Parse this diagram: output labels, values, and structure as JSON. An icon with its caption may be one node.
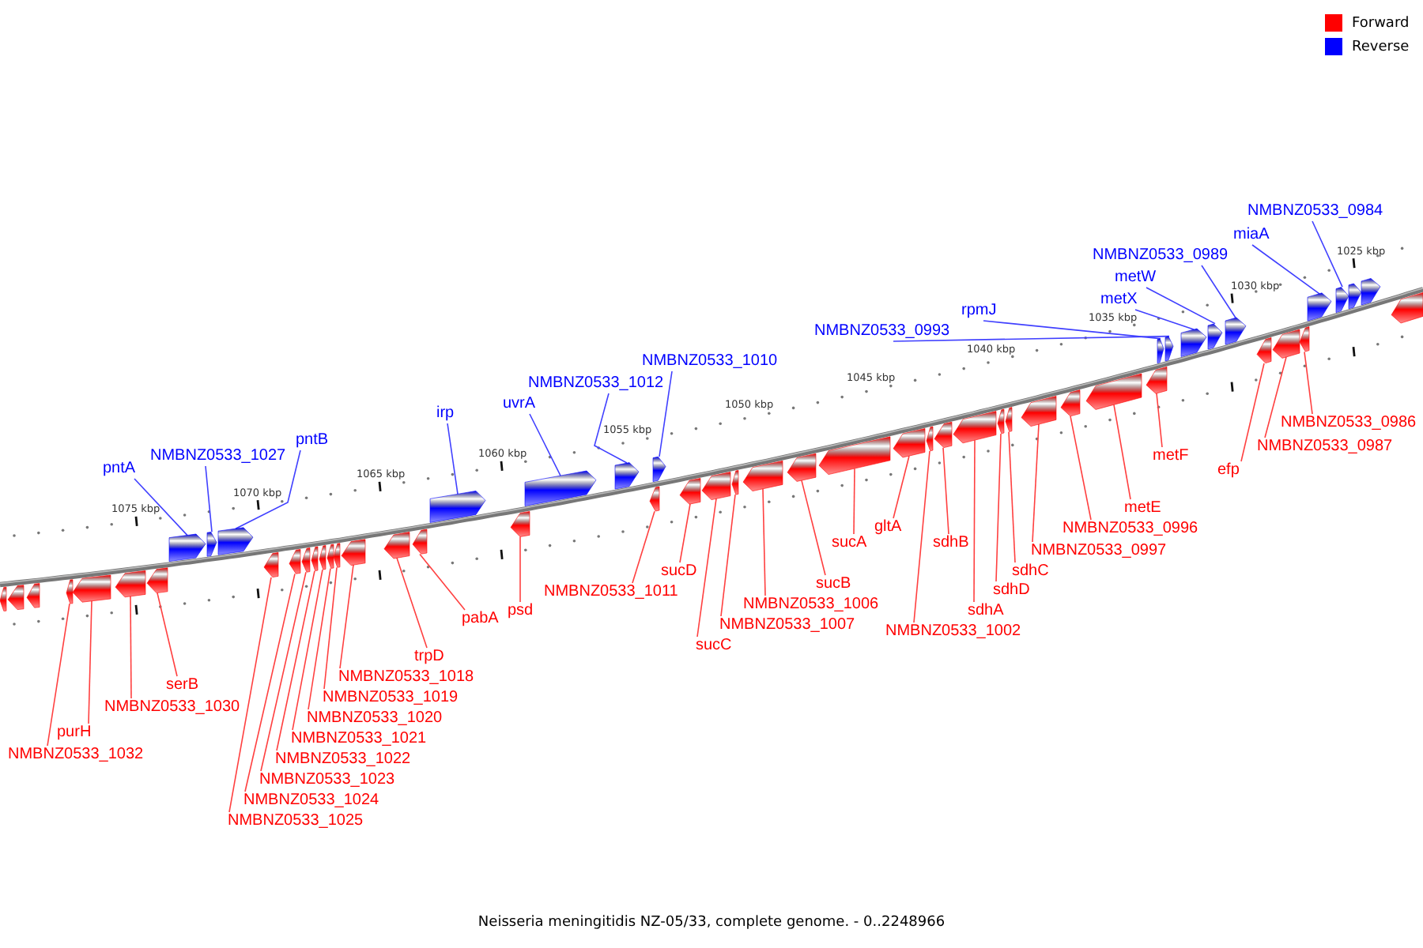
{
  "diagram": {
    "caption": "Neisseria meningitidis NZ-05/33, complete genome. - 0..2248966",
    "nodes": [
      {
        "text": [],
        "shape": "pentagon"
      },
      {
        "text": [],
        "shape": "pentagon"
      },
      {
        "text": [],
        "shape": "pentagon"
      },
      {
        "text": [],
        "shape": "pentagon"
      },
      {
        "text": [],
        "shape": "pentagon"
      },
      {
        "text": [],
        "shape": "pentagon"
      },
      {
        "text": [],
        "shape": "pentagon"
      },
      {
        "text": [],
        "shape": "pentagon"
      },
      {
        "text": [],
        "shape": "pentagon"
      },
      {
        "text": [],
        "shape": "pentagon"
      },
      {
        "text": [],
        "shape": "pentagon"
      },
      {
        "text": [],
        "shape": "pentagon"
      },
      {
        "text": [],
        "shape": "pentagon"
      },
      {
        "text": [],
        "shape": "pentagon"
      },
      {
        "text": [],
        "shape": "pentagon"
      },
      {
        "text": [],
        "shape": "pentagon"
      },
      {
        "text": [],
        "shape": "pentagon"
      },
      {
        "text": [],
        "shape": "pentagon"
      },
      {
        "text": [],
        "shape": "pentagon"
      },
      {
        "text": [],
        "shape": "pentagon"
      },
      {
        "text": [],
        "shape": "pentagon"
      },
      {
        "text": [],
        "shape": "pentagon"
      },
      {
        "text": [],
        "shape": "pentagon"
      },
      {
        "text": [],
        "shape": "pentagon"
      },
      {
        "text": [],
        "shape": "pentagon"
      },
      {
        "text": [],
        "shape": "pentagon"
      },
      {
        "text": [],
        "shape": "pentagon"
      },
      {
        "text": [],
        "shape": "pentagon"
      },
      {
        "text": [],
        "shape": "pentagon"
      },
      {
        "text": [],
        "shape": "pentagon"
      },
      {
        "text": [],
        "shape": "pentagon"
      },
      {
        "text": [],
        "shape": "pentagon"
      },
      {
        "text": [],
        "shape": "pentagon"
      },
      {
        "text": [],
        "shape": "pentagon"
      },
      {
        "text": [],
        "shape": "pentagon"
      },
      {
        "text": [],
        "shape": "pentagon"
      },
      {
        "text": [],
        "shape": "pentagon"
      },
      {
        "text": [],
        "shape": "pentagon"
      },
      {
        "text": [],
        "shape": "pentagon"
      },
      {
        "text": [],
        "shape": "pentagon"
      },
      {
        "text": [],
        "shape": "pentagon"
      },
      {
        "text": [],
        "shape": "pentagon"
      },
      {
        "text": [],
        "shape": "pentagon"
      },
      {
        "text": [],
        "shape": "pentagon"
      },
      {
        "text": [],
        "shape": "pentagon"
      },
      {
        "text": [],
        "shape": "pentagon"
      },
      {
        "text": [],
        "shape": "pentagon"
      },
      {
        "text": [],
        "shape": "pentagon"
      },
      {
        "text": [],
        "shape": "pentagon"
      },
      {
        "text": [],
        "shape": "pentagon"
      },
      {
        "text": [],
        "shape": "pentagon"
      },
      {
        "text": [],
        "shape": "pentagon"
      },
      {
        "text": [],
        "shape": "pentagon"
      },
      {
        "text": [],
        "shape": "pentagon"
      },
      {
        "text": [],
        "shape": "pentagon"
      },
      {
        "text": [
          "NMBNZ0533_1032"
        ]
      },
      {
        "text": [
          "purH"
        ]
      },
      {
        "text": [
          "NMBNZ0533_1030"
        ]
      },
      {
        "text": [
          "serB"
        ]
      },
      {
        "text": [
          "NMBNZ0533_1025"
        ]
      },
      {
        "text": [
          "NMBNZ0533_1024"
        ]
      },
      {
        "text": [
          "NMBNZ0533_1023"
        ]
      },
      {
        "text": [
          "NMBNZ0533_1022"
        ]
      },
      {
        "text": [
          "NMBNZ0533_1021"
        ]
      },
      {
        "text": [
          "NMBNZ0533_1020"
        ]
      },
      {
        "text": [
          "NMBNZ0533_1019"
        ]
      },
      {
        "text": [
          "NMBNZ0533_1018"
        ]
      },
      {
        "text": [
          "trpD"
        ]
      },
      {
        "text": [
          "pabA"
        ]
      },
      {
        "text": [
          "psd"
        ]
      },
      {
        "text": [
          "NMBNZ0533_1011"
        ]
      },
      {
        "text": [
          "sucD"
        ]
      },
      {
        "text": [
          "sucC"
        ]
      },
      {
        "text": [
          "NMBNZ0533_1007"
        ]
      },
      {
        "text": [
          "NMBNZ0533_1006"
        ]
      },
      {
        "text": [
          "sucB"
        ]
      },
      {
        "text": [
          "sucA"
        ]
      },
      {
        "text": [
          "gltA"
        ]
      },
      {
        "text": [
          "NMBNZ0533_1002"
        ]
      },
      {
        "text": [
          "sdhB"
        ]
      },
      {
        "text": [
          "sdhA"
        ]
      },
      {
        "text": [
          "sdhD"
        ]
      },
      {
        "text": [
          "sdhC"
        ]
      },
      {
        "text": [
          "NMBNZ0533_0997"
        ]
      },
      {
        "text": [
          "NMBNZ0533_0996"
        ]
      },
      {
        "text": [
          "metE"
        ]
      },
      {
        "text": [
          "metF"
        ]
      },
      {
        "text": [
          "efp"
        ]
      },
      {
        "text": [
          "NMBNZ0533_0987"
        ]
      },
      {
        "text": [
          "NMBNZ0533_0986"
        ]
      },
      {
        "text": [
          "pntA"
        ]
      },
      {
        "text": [
          "NMBNZ0533_1027"
        ]
      },
      {
        "text": [
          "pntB"
        ]
      },
      {
        "text": [
          "irp"
        ]
      },
      {
        "text": [
          "uvrA"
        ]
      },
      {
        "text": [
          "NMBNZ0533_1012"
        ]
      },
      {
        "text": [
          "NMBNZ0533_1010"
        ]
      },
      {
        "text": [
          "NMBNZ0533_0993"
        ]
      },
      {
        "text": [
          "rpmJ"
        ]
      },
      {
        "text": [
          "metX"
        ]
      },
      {
        "text": [
          "metW"
        ]
      },
      {
        "text": [
          "NMBNZ0533_0989"
        ]
      },
      {
        "text": [
          "miaA"
        ]
      },
      {
        "text": [
          "NMBNZ0533_0984"
        ]
      }
    ],
    "edges": [
      {
        "from": 55,
        "to": 3,
        "arrow": "none"
      },
      {
        "from": 56,
        "to": 4,
        "arrow": "none"
      },
      {
        "from": 57,
        "to": 5,
        "arrow": "none"
      },
      {
        "from": 58,
        "to": 6,
        "arrow": "none"
      },
      {
        "from": 59,
        "to": 10,
        "arrow": "none"
      },
      {
        "from": 60,
        "to": 11,
        "arrow": "none"
      },
      {
        "from": 61,
        "to": 12,
        "arrow": "none"
      },
      {
        "from": 62,
        "to": 13,
        "arrow": "none"
      },
      {
        "from": 63,
        "to": 14,
        "arrow": "none"
      },
      {
        "from": 64,
        "to": 15,
        "arrow": "none"
      },
      {
        "from": 65,
        "to": 16,
        "arrow": "none"
      },
      {
        "from": 66,
        "to": 17,
        "arrow": "none"
      },
      {
        "from": 67,
        "to": 18,
        "arrow": "none"
      },
      {
        "from": 68,
        "to": 19,
        "arrow": "none"
      },
      {
        "from": 69,
        "to": 21,
        "arrow": "none"
      },
      {
        "from": 70,
        "to": 24,
        "arrow": "none"
      },
      {
        "from": 71,
        "to": 26,
        "arrow": "none"
      },
      {
        "from": 72,
        "to": 27,
        "arrow": "none"
      },
      {
        "from": 73,
        "to": 28,
        "arrow": "none"
      },
      {
        "from": 74,
        "to": 29,
        "arrow": "none"
      },
      {
        "from": 75,
        "to": 30,
        "arrow": "none"
      },
      {
        "from": 76,
        "to": 31,
        "arrow": "none"
      },
      {
        "from": 77,
        "to": 32,
        "arrow": "none"
      },
      {
        "from": 78,
        "to": 33,
        "arrow": "none"
      },
      {
        "from": 79,
        "to": 34,
        "arrow": "none"
      },
      {
        "from": 80,
        "to": 35,
        "arrow": "none"
      },
      {
        "from": 81,
        "to": 36,
        "arrow": "none"
      },
      {
        "from": 82,
        "to": 37,
        "arrow": "none"
      },
      {
        "from": 83,
        "to": 38,
        "arrow": "none"
      },
      {
        "from": 84,
        "to": 39,
        "arrow": "none"
      },
      {
        "from": 85,
        "to": 40,
        "arrow": "none"
      },
      {
        "from": 86,
        "to": 41,
        "arrow": "none"
      },
      {
        "from": 87,
        "to": 47,
        "arrow": "none"
      },
      {
        "from": 88,
        "to": 48,
        "arrow": "none"
      },
      {
        "from": 89,
        "to": 49,
        "arrow": "none"
      },
      {
        "from": 90,
        "to": 7,
        "arrow": "none",
        "color": "#4040ff"
      },
      {
        "from": 91,
        "to": 8,
        "arrow": "none",
        "color": "#4040ff"
      },
      {
        "from": 92,
        "to": 9,
        "arrow": "none",
        "color": "#4040ff"
      },
      {
        "from": 93,
        "to": 20,
        "arrow": "none",
        "color": "#4040ff"
      },
      {
        "from": 94,
        "to": 22,
        "arrow": "none",
        "color": "#4040ff"
      },
      {
        "from": 95,
        "to": 23,
        "arrow": "none",
        "color": "#4040ff"
      },
      {
        "from": 96,
        "to": 25,
        "arrow": "none",
        "color": "#4040ff"
      },
      {
        "from": 97,
        "to": 43,
        "arrow": "none",
        "color": "#4040ff"
      },
      {
        "from": 98,
        "to": 42,
        "arrow": "none",
        "color": "#4040ff"
      },
      {
        "from": 99,
        "to": 44,
        "arrow": "none",
        "color": "#4040ff"
      },
      {
        "from": 100,
        "to": 45,
        "arrow": "none",
        "color": "#4040ff"
      },
      {
        "from": 101,
        "to": 46,
        "arrow": "none",
        "color": "#4040ff"
      },
      {
        "from": 102,
        "to": 50,
        "arrow": "none",
        "color": "#4040ff"
      },
      {
        "from": 103,
        "to": 51,
        "arrow": "none",
        "color": "#4040ff"
      }
    ],
    "labels": [
      "1075 kbp",
      "1070 kbp",
      "1065 kbp",
      "1060 kbp",
      "1055 kbp",
      "1050 kbp",
      "1045 kbp",
      "1040 kbp",
      "1035 kbp",
      "1030 kbp",
      "1025 kbp"
    ],
    "legend": [
      {
        "text": "Forward",
        "color": "#ff0000"
      },
      {
        "text": "Reverse",
        "color": "#0000ff"
      }
    ]
  }
}
